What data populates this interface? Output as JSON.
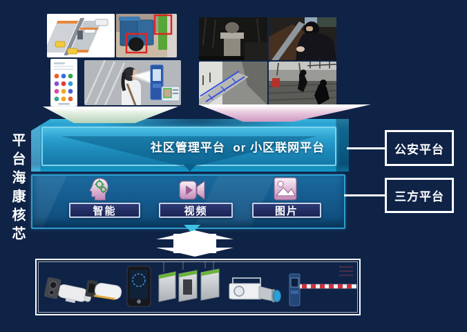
{
  "background": "#0f2347",
  "left_sidebar": {
    "vertical_label": "平台海康核芯"
  },
  "top_left_collage": {
    "images": [
      {
        "name": "parking-lot-illustration"
      },
      {
        "name": "trash-bin-detection-photo"
      },
      {
        "name": "mobile-app-screenshot"
      },
      {
        "name": "face-access-photo"
      }
    ]
  },
  "top_right_collage": {
    "images": [
      {
        "name": "night-gate-cctv"
      },
      {
        "name": "car-breakin-photo"
      },
      {
        "name": "perimeter-tripwire-cctv"
      },
      {
        "name": "wall-climbing-cctv"
      }
    ]
  },
  "platform_bar": {
    "title": "社区管理平台  or 小区联网平台"
  },
  "capability_layer": {
    "items": [
      {
        "label": "智能",
        "icon": "head-gears-icon"
      },
      {
        "label": "视频",
        "icon": "video-camera-icon"
      },
      {
        "label": "图片",
        "icon": "picture-icon"
      }
    ]
  },
  "external_platforms": {
    "items": [
      {
        "label": "公安平台"
      },
      {
        "label": "三方平台"
      }
    ]
  },
  "devices_panel": {
    "items": [
      {
        "name": "thermal-bullet-camera"
      },
      {
        "name": "bullet-camera"
      },
      {
        "name": "face-recognition-terminal"
      },
      {
        "name": "turnstile-gates"
      },
      {
        "name": "box-camera"
      },
      {
        "name": "vehicle-barrier-gate"
      }
    ]
  },
  "colors": {
    "background": "#0f2347",
    "platform_blue": "#1b86b6",
    "slab_edge": "#7ad4ee",
    "layer_border": "#2f9ecf",
    "funnel_green": "#b7d2ba",
    "funnel_pink": "#cf9ac2",
    "label_box_bg": "#1b2454",
    "icon_pink": "#c488b8",
    "white": "#ffffff",
    "barrier_red": "#d0303a"
  }
}
